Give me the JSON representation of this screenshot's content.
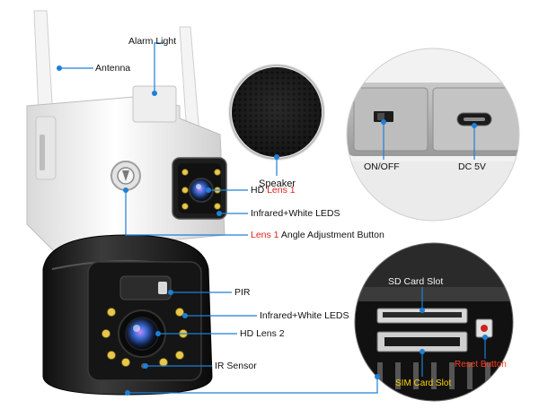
{
  "labels": {
    "alarm_light": "Alarm Light",
    "antenna": "Antenna",
    "speaker": "Speaker",
    "hd_lens_1_prefix": "HD ",
    "hd_lens_1_red": "Lens 1",
    "infrared_white_leds_top": "Infrared+White LEDS",
    "lens1_angle_red": "Lens 1",
    "lens1_angle_suffix": " Angle Adjustment Button",
    "on_off": "ON/OFF",
    "dc_5v": "DC 5V",
    "sd_card_slot": "SD Card Slot",
    "pir": "PIR",
    "infrared_white_leds_bottom": "Infrared+White LEDS",
    "hd_lens_2": "HD Lens 2",
    "ir_sensor": "IR Sensor",
    "reset_button": "Reset Button",
    "sim_card_slot": "SIM Card Slot"
  },
  "colors": {
    "leader_line": "#1e7fd6",
    "red_text": "#e3221b",
    "sim_text": "#ffd400",
    "reset_text": "#ff3b1f"
  }
}
